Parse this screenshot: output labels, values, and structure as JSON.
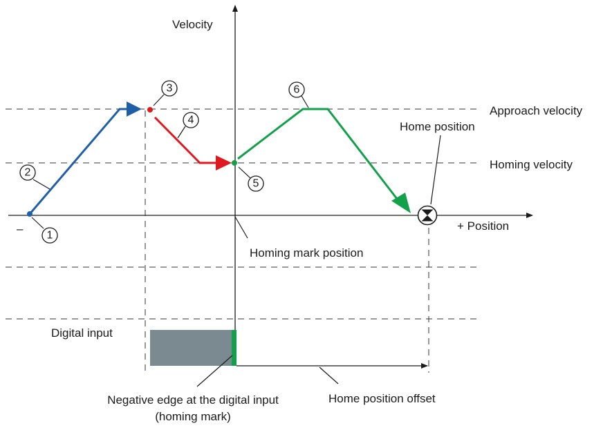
{
  "labels": {
    "velocity": "Velocity",
    "position": "+ Position",
    "minus": "–",
    "approach_velocity": "Approach velocity",
    "homing_velocity": "Homing velocity",
    "home_position": "Home position",
    "homing_mark_position": "Homing mark position",
    "digital_input": "Digital input",
    "negative_edge_line1": "Negative edge at the digital input",
    "negative_edge_line2": "(homing mark)",
    "home_position_offset": "Home position offset"
  },
  "markers": [
    "1",
    "2",
    "3",
    "4",
    "5",
    "6"
  ],
  "colors": {
    "segment_blue": "#1f5fa8",
    "segment_red": "#e0191e",
    "segment_green": "#12a04a",
    "digital_input_fill": "#7a8a90",
    "homing_edge": "#12a04a"
  }
}
